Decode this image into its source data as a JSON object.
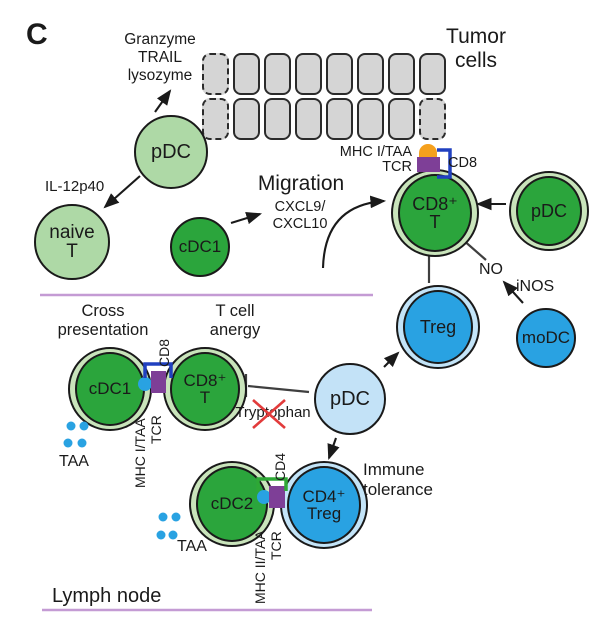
{
  "panel": {
    "label": "C"
  },
  "tumor": {
    "label": "Tumor\ncells",
    "grid": {
      "rows": 2,
      "cols": 8,
      "dashed_cells": [
        [
          0,
          0
        ],
        [
          1,
          0
        ],
        [
          1,
          7
        ]
      ]
    }
  },
  "labels": {
    "granzyme": "Granzyme\nTRAIL\nlysozyme",
    "il12p40": "IL-12p40",
    "migration": "Migration",
    "cxcl": "CXCL9/\nCXCL10",
    "mhc1_taa_top": "MHC I/TAA",
    "tcr_top": "TCR",
    "cd8_top": "CD8",
    "cross_presentation": "Cross\npresentation",
    "t_cell_anergy": "T cell\nanergy",
    "cd8_vert": "CD8",
    "mhc1_taa_vert": "MHC I/TAA",
    "tcr_vert": "TCR",
    "tryptophan": "Tryptophan",
    "no": "NO",
    "inos": "iNOS",
    "cd4_vert": "CD4",
    "mhc2_taa_vert": "MHC II/TAA",
    "tcr_vert2": "TCR",
    "immune_tolerance": "Immune\ntolerance",
    "taa_left": "TAA",
    "taa_bottom": "TAA",
    "lymph_node": "Lymph node"
  },
  "cells": {
    "pdc_top": "pDC",
    "naive_t": "naive\nT",
    "cdc1_top": "cDC1",
    "cd8t_top": "CD8⁺\nT",
    "pdc_right": "pDC",
    "treg": "Treg",
    "modc": "moDC",
    "pdc_mid": "pDC",
    "cdc1_ln": "cDC1",
    "cd8t_ln": "CD8⁺\nT",
    "cdc2": "cDC2",
    "cd4treg": "CD4⁺\nTreg"
  },
  "colors": {
    "light_green": "#aed9a6",
    "dark_green": "#2ba53c",
    "ring_green": "#c9e4bb",
    "blue": "#29a2e2",
    "light_blue": "#c3e2f7",
    "ring_blue": "#c3e4f8",
    "purple_mhc": "#7e3f97",
    "orange_antigen": "#f5a01d",
    "blue_bracket": "#2040c0",
    "green_bracket": "#2ea836",
    "tumor_gray": "#d5d5d5",
    "divider_purple": "#c49bd4",
    "red_x": "#e23b3b"
  }
}
